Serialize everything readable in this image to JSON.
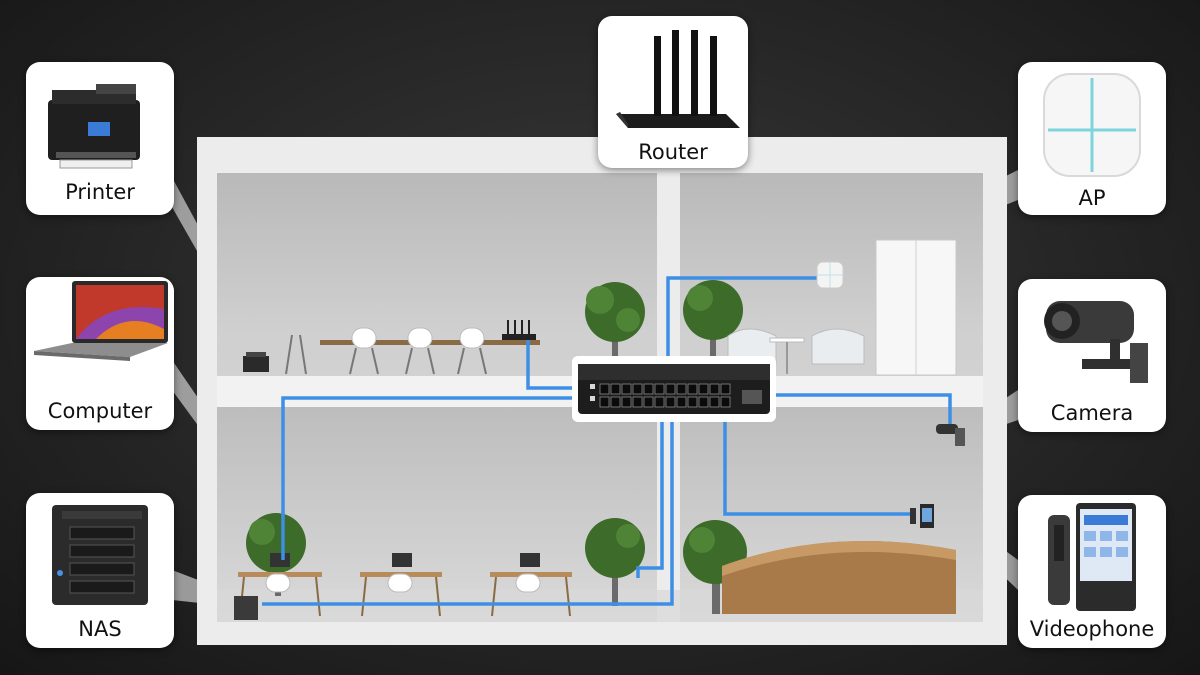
{
  "devices": {
    "printer": {
      "label": "Printer",
      "icon": "printer-icon"
    },
    "router": {
      "label": "Router",
      "icon": "router-icon"
    },
    "ap": {
      "label": "AP",
      "icon": "access-point-icon"
    },
    "computer": {
      "label": "Computer",
      "icon": "laptop-icon"
    },
    "camera": {
      "label": "Camera",
      "icon": "cctv-camera-icon"
    },
    "nas": {
      "label": "NAS",
      "icon": "nas-server-icon"
    },
    "videophone": {
      "label": "Videophone",
      "icon": "videophone-icon"
    }
  },
  "colors": {
    "cable": "#3d8fe6",
    "background": "#262626",
    "wall": "#e8e8e8",
    "room": "#c9c9c9",
    "card": "#ffffff"
  }
}
